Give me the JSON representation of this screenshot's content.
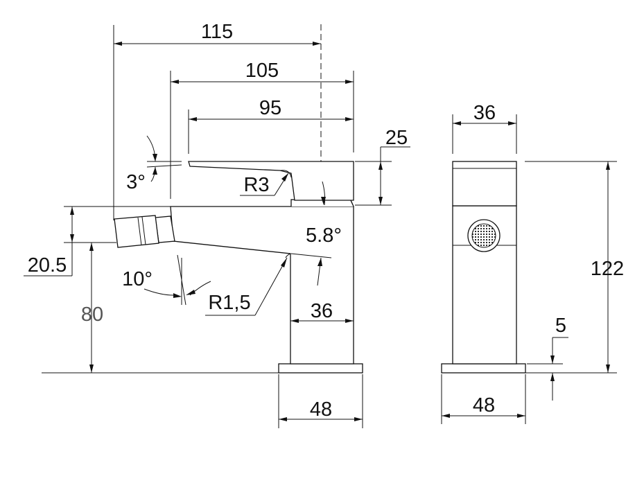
{
  "dimensions": {
    "overall_reach": "115",
    "lever_to_edge": "105",
    "lever_length": "95",
    "lever_height": "25",
    "lever_angle": "3°",
    "lever_radius": "R3",
    "spout_angle": "5.8°",
    "nozzle_offset": "20.5",
    "nozzle_angle": "10°",
    "spout_radius": "R1,5",
    "nozzle_height": "80",
    "body_width_side": "36",
    "base_width_side": "48",
    "total_height": "122",
    "base_thickness": "5",
    "body_width_front": "36",
    "base_width_front": "48"
  },
  "colors": {
    "line": "#111111",
    "muted_text": "#555555",
    "background": "#ffffff"
  }
}
